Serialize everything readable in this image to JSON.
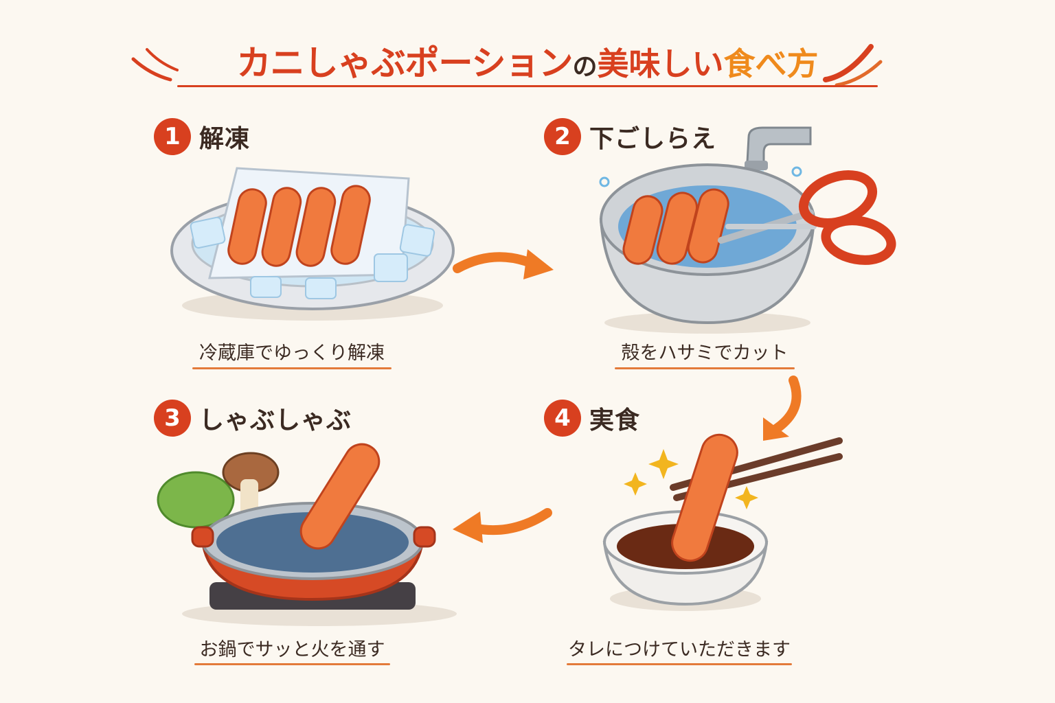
{
  "title": {
    "part1": "カニしゃぶポーション",
    "part2": "の",
    "part3": "美味しい",
    "part4": "食べ方"
  },
  "steps": [
    {
      "number": "1",
      "title": "解凍",
      "caption": "冷蔵庫でゆっくり解凍"
    },
    {
      "number": "2",
      "title": "下ごしらえ",
      "caption": "殻をハサミでカット"
    },
    {
      "number": "3",
      "title": "しゃぶしゃぶ",
      "caption": "お鍋でサッと火を通す"
    },
    {
      "number": "4",
      "title": "実食",
      "caption": "タレにつけていただきます"
    }
  ],
  "colors": {
    "accent": "#d8401f",
    "accent_orange": "#ef8a1c",
    "text": "#3b2a22",
    "background": "#fcf8f1"
  },
  "icons": [
    "flourish-left-icon",
    "flourish-right-icon",
    "arrow-right-icon",
    "arrow-down-icon",
    "arrow-left-icon"
  ]
}
